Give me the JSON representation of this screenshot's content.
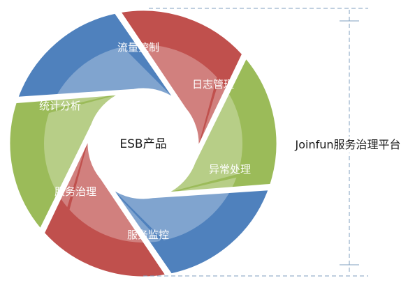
{
  "diagram": {
    "center_label": "ESB产品",
    "platform_label": "Joinfun服务治理平台",
    "segments": [
      {
        "label": "流量控制",
        "color": "#c0504d",
        "dark": "#9b3532"
      },
      {
        "label": "日志管理",
        "color": "#9bbb59",
        "dark": "#7a9a3c"
      },
      {
        "label": "异常处理",
        "color": "#4f81bd",
        "dark": "#365f91"
      },
      {
        "label": "服务监控",
        "color": "#c0504d",
        "dark": "#9b3532"
      },
      {
        "label": "服务治理",
        "color": "#9bbb59",
        "dark": "#7a9a3c"
      },
      {
        "label": "统计分析",
        "color": "#4f81bd",
        "dark": "#365f91"
      }
    ],
    "bracket_color": "#7f9fbf"
  }
}
